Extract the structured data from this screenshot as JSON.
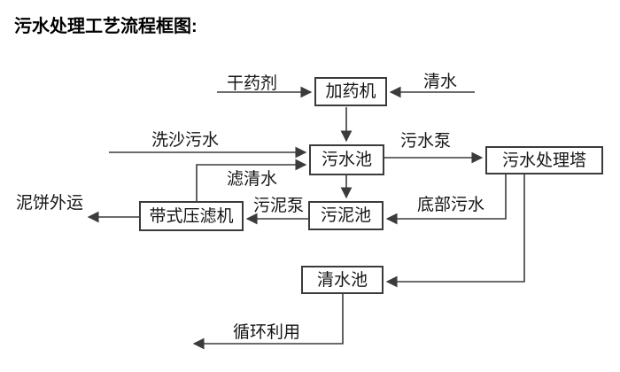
{
  "title": "污水处理工艺流程框图:",
  "colors": {
    "background": "#ffffff",
    "line": "#3b3b3b",
    "text": "#151515"
  },
  "diagram": {
    "type": "flowchart",
    "nodes": [
      {
        "id": "dosing-machine",
        "label": "加药机"
      },
      {
        "id": "sewage-pool",
        "label": "污水池"
      },
      {
        "id": "treatment-tower",
        "label": "污水处理塔"
      },
      {
        "id": "belt-filter-press",
        "label": "带式压滤机"
      },
      {
        "id": "sludge-pool",
        "label": "污泥池"
      },
      {
        "id": "clean-water-pool",
        "label": "清水池"
      }
    ],
    "edges": [
      {
        "label": "干药剂",
        "from": "external",
        "to": "加药机"
      },
      {
        "label": "清水",
        "from": "external",
        "to": "加药机"
      },
      {
        "label": "",
        "from": "加药机",
        "to": "污水池"
      },
      {
        "label": "洗沙污水",
        "from": "external",
        "to": "污水池"
      },
      {
        "label": "滤清水",
        "from": "带式压滤机",
        "to": "污水池"
      },
      {
        "label": "污水泵",
        "from": "污水池",
        "to": "污水处理塔"
      },
      {
        "label": "",
        "from": "污水池",
        "to": "污泥池"
      },
      {
        "label": "底部污水",
        "from": "污水处理塔",
        "to": "污泥池"
      },
      {
        "label": "污泥泵",
        "from": "污泥池",
        "to": "带式压滤机"
      },
      {
        "label": "泥饼外运",
        "from": "带式压滤机",
        "to": "external"
      },
      {
        "label": "",
        "from": "污水处理塔",
        "to": "清水池"
      },
      {
        "label": "循环利用",
        "from": "清水池",
        "to": "external"
      }
    ]
  }
}
